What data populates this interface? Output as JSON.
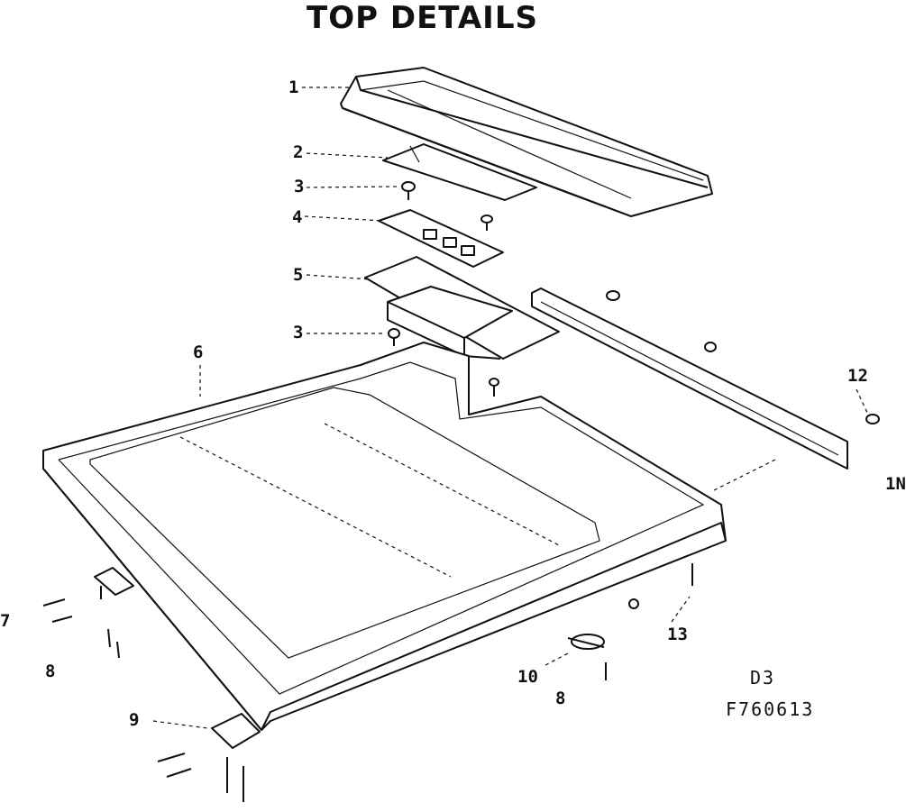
{
  "title": "TOP DETAILS",
  "drawing_codes": [
    "D3",
    "F760613"
  ],
  "callouts": {
    "c1": "1",
    "c2": "2",
    "c3a": "3",
    "c4": "4",
    "c5": "5",
    "c3b": "3",
    "c6": "6",
    "c7": "7",
    "c8a": "8",
    "c9": "9",
    "c10": "10",
    "c8b": "8",
    "c12": "12",
    "c13": "13",
    "cedge": "1N"
  }
}
